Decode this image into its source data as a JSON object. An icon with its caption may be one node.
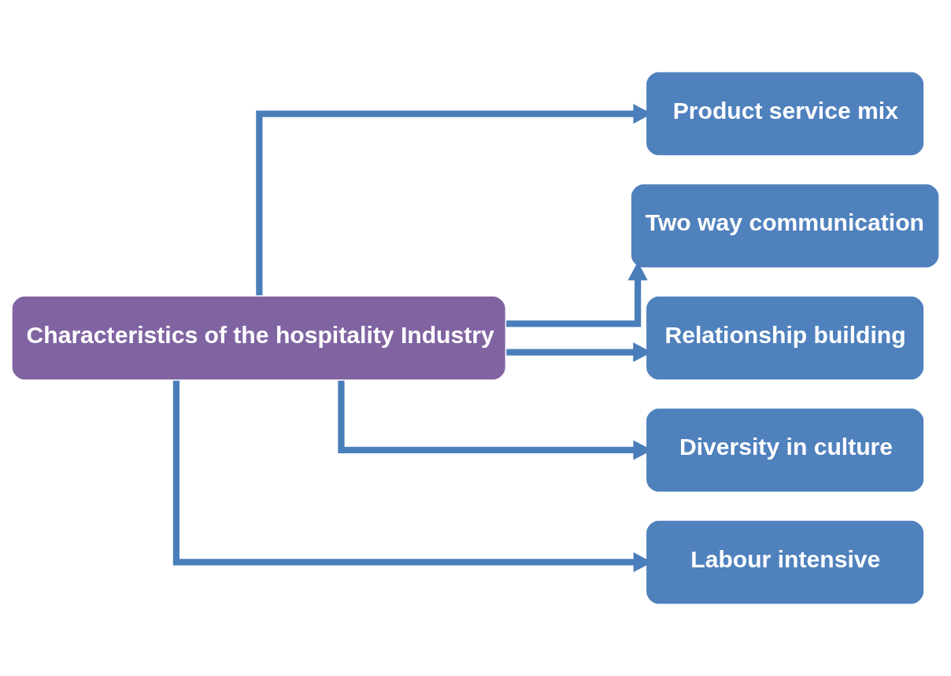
{
  "diagram": {
    "nodes": [
      {
        "text": [
          "Characteristics of the hospitality Industry"
        ]
      },
      {
        "text": [
          "Product service mix"
        ]
      },
      {
        "text": [
          "Two way communication"
        ]
      },
      {
        "text": [
          "Relationship building"
        ]
      },
      {
        "text": [
          "Diversity in culture"
        ]
      },
      {
        "text": [
          "Labour intensive"
        ]
      }
    ],
    "edges": [
      {
        "from": 0,
        "to": 1,
        "arrow": "to"
      },
      {
        "from": 0,
        "to": 2,
        "arrow": "to"
      },
      {
        "from": 0,
        "to": 3,
        "arrow": "to"
      },
      {
        "from": 0,
        "to": 4,
        "arrow": "to"
      },
      {
        "from": 0,
        "to": 5,
        "arrow": "to"
      }
    ]
  }
}
